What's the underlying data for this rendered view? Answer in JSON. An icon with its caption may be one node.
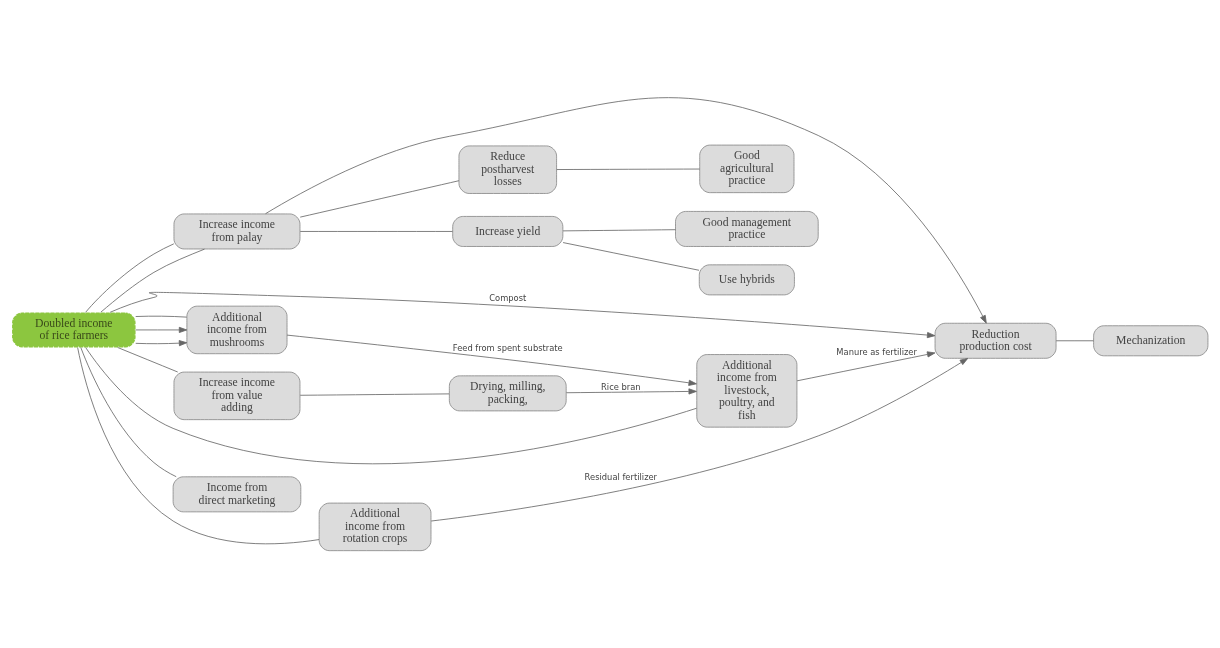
{
  "diagram": {
    "nodes": [
      {
        "text": [
          "Drying, milling, packing,"
        ]
      },
      {
        "text": [
          "Increase income from value adding"
        ]
      },
      {
        "text": [
          "Increase income from palay"
        ]
      },
      {
        "text": [
          "Increase yield"
        ]
      },
      {
        "text": [
          "Use hybrids"
        ]
      },
      {
        "text": [
          "Good management practice"
        ]
      },
      {
        "text": [
          "Reduction production cost"
        ]
      },
      {
        "text": [
          "Mechanization"
        ]
      },
      {
        "text": [
          "Doubled income of rice farmers"
        ]
      },
      {
        "text": [
          "Reduce postharvest losses"
        ]
      },
      {
        "text": [
          "Good agricultural practice"
        ]
      },
      {
        "text": [
          "Additional income from mushrooms"
        ]
      },
      {
        "text": [
          "Additional income from rotation crops"
        ]
      },
      {
        "text": [
          "Income from direct marketing"
        ]
      },
      {
        "text": [
          "Additional income from livestock, poultry, and fish"
        ]
      }
    ],
    "edges": [
      {
        "from": 8,
        "to": 1,
        "arrow": "none"
      },
      {
        "from": 1,
        "to": 0,
        "arrow": "none"
      },
      {
        "from": 8,
        "to": 2,
        "arrow": "none"
      },
      {
        "from": 8,
        "to": 2,
        "arrow": "none"
      },
      {
        "from": 2,
        "to": 3,
        "arrow": "none"
      },
      {
        "from": 3,
        "to": 4,
        "arrow": "none"
      },
      {
        "from": 3,
        "to": 5,
        "arrow": "none"
      },
      {
        "from": 2,
        "to": 6,
        "arrow": "to"
      },
      {
        "from": 6,
        "to": 7,
        "arrow": "none"
      },
      {
        "from": 2,
        "to": 9,
        "arrow": "none"
      },
      {
        "from": 9,
        "to": 10,
        "arrow": "none"
      },
      {
        "from": 8,
        "to": 6,
        "label": "Compost",
        "arrow": "to"
      },
      {
        "from": 12,
        "to": 6,
        "label": "Residual fertilizer",
        "arrow": "to"
      },
      {
        "from": 14,
        "to": 6,
        "label": "Manure as fertilizer",
        "arrow": "to"
      },
      {
        "from": 8,
        "to": 11,
        "arrow": "to"
      },
      {
        "from": 8,
        "to": 11,
        "arrow": "to"
      },
      {
        "from": 8,
        "to": 11,
        "arrow": "none"
      },
      {
        "from": 0,
        "to": 14,
        "label": "Rice bran",
        "arrow": "to"
      },
      {
        "from": 11,
        "to": 14,
        "label": "Feed from spent substrate",
        "arrow": "to"
      },
      {
        "from": 8,
        "to": 13,
        "arrow": "none"
      },
      {
        "from": 8,
        "to": 12,
        "arrow": "none"
      },
      {
        "from": 8,
        "to": 14,
        "arrow": "none"
      }
    ]
  }
}
